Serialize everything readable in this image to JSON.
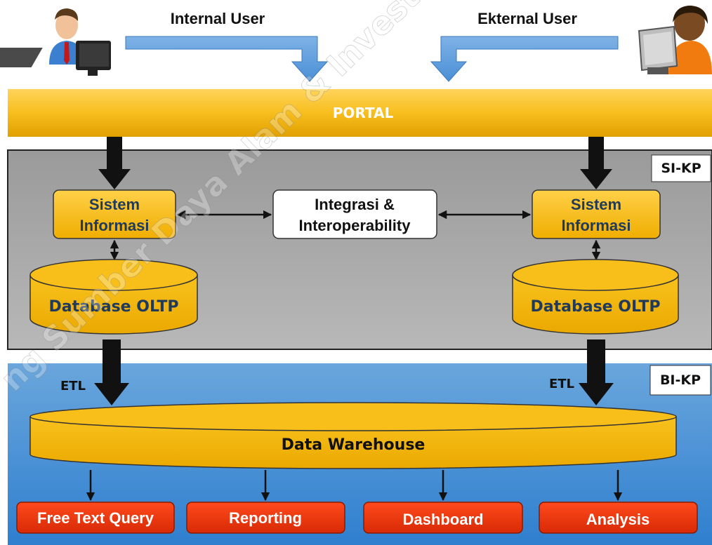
{
  "users": {
    "internal": "Internal User",
    "external": "Ekternal User"
  },
  "portal": "PORTAL",
  "si_zone": {
    "tag": "SI-KP",
    "left_system": {
      "line1": "Sistem",
      "line2": "Informasi"
    },
    "right_system": {
      "line1": "Sistem",
      "line2": "Informasi"
    },
    "integration": {
      "line1": "Integrasi &",
      "line2": "Interoperability"
    },
    "left_db": "Database OLTP",
    "right_db": "Database OLTP"
  },
  "bi_zone": {
    "tag": "BI-KP",
    "etl_left": "ETL",
    "etl_right": "ETL",
    "warehouse": "Data Warehouse",
    "outputs": [
      "Free Text Query",
      "Reporting",
      "Dashboard",
      "Analysis"
    ]
  },
  "watermark": "ng Sumber Daya Alam & Invest",
  "colors": {
    "portal": "#f4b300",
    "component": "#f6bd16",
    "component_text": "#1f3a5a",
    "si_bg": "#a6a6a6",
    "bi_bg": "#5b9bd5",
    "output": "#e8320f",
    "user_arrow": "#5b9bd5"
  }
}
